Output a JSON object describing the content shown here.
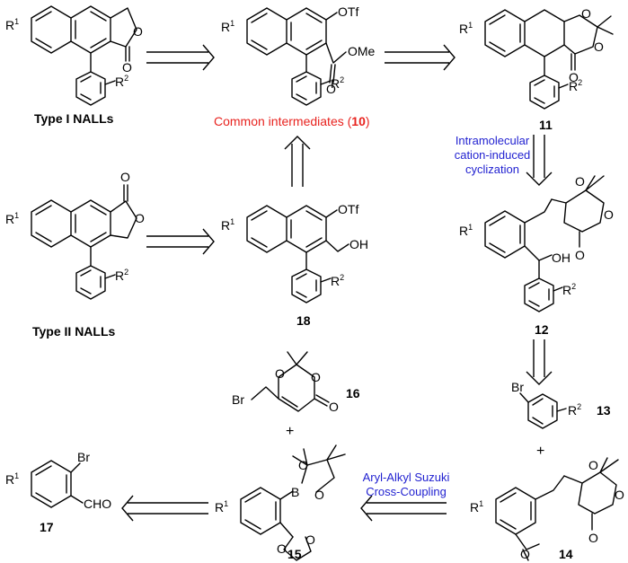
{
  "labels": {
    "type1": "Type I NALLs",
    "type2": "Type II NALLs",
    "common_pre": "Common intermediates (",
    "common_num": "10",
    "common_post": ")"
  },
  "compounds": {
    "c11": "11",
    "c12": "12",
    "c13": "13",
    "c14": "14",
    "c15": "15",
    "c16": "16",
    "c17": "17",
    "c18": "18"
  },
  "steps": {
    "cyclization": [
      "Intramolecular",
      "cation-induced",
      "cyclization"
    ],
    "suzuki": [
      "Aryl-Alkyl Suzuki",
      "Cross-Coupling"
    ]
  },
  "atoms": {
    "R1": "R",
    "R1_sup": "1",
    "R2": "R",
    "R2_sup": "2",
    "O": "O",
    "OTf": "OTf",
    "OMe": "OMe",
    "OH": "OH",
    "Br": "Br",
    "B": "B",
    "CHO": "CHO",
    "plus": "+"
  },
  "colors": {
    "step_text": "#1f1fd0",
    "intermediate_text": "#e8231f"
  }
}
